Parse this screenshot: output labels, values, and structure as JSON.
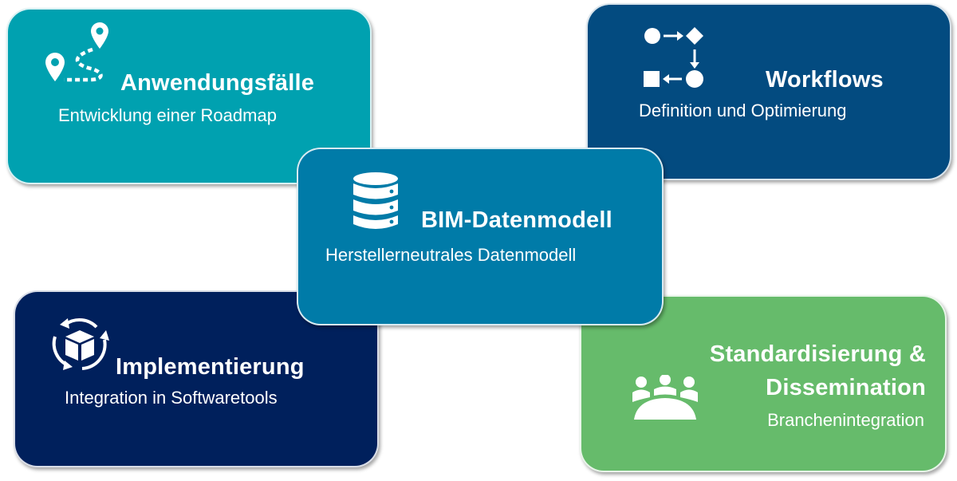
{
  "cards": {
    "anwendungsfaelle": {
      "title": "Anwendungsfälle",
      "subtitle": "Entwicklung einer Roadmap",
      "icon": "route-map-pins-icon",
      "color": "#00A1B0"
    },
    "workflows": {
      "title": "Workflows",
      "subtitle": "Definition und Optimierung",
      "icon": "workflow-flowchart-icon",
      "color": "#034B80"
    },
    "bim": {
      "title": "BIM-Datenmodell",
      "subtitle": "Herstellerneutrales Datenmodell",
      "icon": "database-icon",
      "color": "#007BA8"
    },
    "implementierung": {
      "title": "Implementierung",
      "subtitle": "Integration in Softwaretools",
      "icon": "package-cycle-icon",
      "color": "#00205C"
    },
    "standardisierung": {
      "title_line1": "Standardisierung &",
      "title_line2": "Dissemination",
      "subtitle": "Branchenintegration",
      "icon": "meeting-group-icon",
      "color": "#66BB6B"
    }
  }
}
